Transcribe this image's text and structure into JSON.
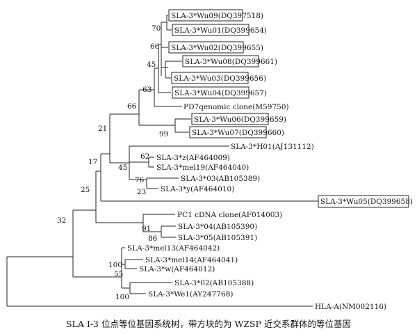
{
  "caption": "SLA Ⅰ-3 位点等位基因系统树，带方块的为 WZSP 近交系群体的等位基因",
  "leaves": [
    {
      "label": "SLA-3*Wu09(DQ397518)",
      "boxed": true
    },
    {
      "label": "SLA-3*Wu01(DQ399654)",
      "boxed": true
    },
    {
      "label": "SLA-3*Wu02(DQ399655)",
      "boxed": true
    },
    {
      "label": "SLA-3*Wu08(DQ399661)",
      "boxed": true
    },
    {
      "label": "SLA-3*Wu03(DQ399656)",
      "boxed": true
    },
    {
      "label": "SLA-3*Wu04(DQ399657)",
      "boxed": true
    },
    {
      "label": "PD7qenomic clone(M59750)",
      "boxed": false
    },
    {
      "label": "SLA-3*Wu06(DQ399659)",
      "boxed": true
    },
    {
      "label": "SLA-3*Wu07(DQ399660)",
      "boxed": true
    },
    {
      "label": "SLA-3*H01(AJ131112)",
      "boxed": false
    },
    {
      "label": "SLA-3*z(AF464009)",
      "boxed": false
    },
    {
      "label": "SLA-3*mel19(AF464040)",
      "boxed": false
    },
    {
      "label": "SLA-3*03(AB105389)",
      "boxed": false
    },
    {
      "label": "SLA-3*y(AF464010)",
      "boxed": false
    },
    {
      "label": "SLA-3*Wu05(DQ399658)",
      "boxed": true
    },
    {
      "label": "PC1 cDNA clone(AF014003)",
      "boxed": false
    },
    {
      "label": "SLA-3*04(AB105390)",
      "boxed": false
    },
    {
      "label": "SLA-3*05(AB105391)",
      "boxed": false
    },
    {
      "label": "SLA-3*mel13(AF464042)",
      "boxed": false
    },
    {
      "label": "SLA-3*mel14(AF464041)",
      "boxed": false
    },
    {
      "label": "SLA-3*w(AF464012)",
      "boxed": false
    },
    {
      "label": "SLA-3*02(AB105388)",
      "boxed": false
    },
    {
      "label": "SLA-3*We1(AY247768)",
      "boxed": false
    },
    {
      "label": "HLA-A(NM002116)",
      "boxed": false
    }
  ],
  "bootstraps": [
    "70",
    "66",
    "45",
    "63",
    "66",
    "99",
    "21",
    "62",
    "45",
    "76",
    "23",
    "17",
    "25",
    "91",
    "86",
    "32",
    "100",
    "55",
    "100"
  ]
}
